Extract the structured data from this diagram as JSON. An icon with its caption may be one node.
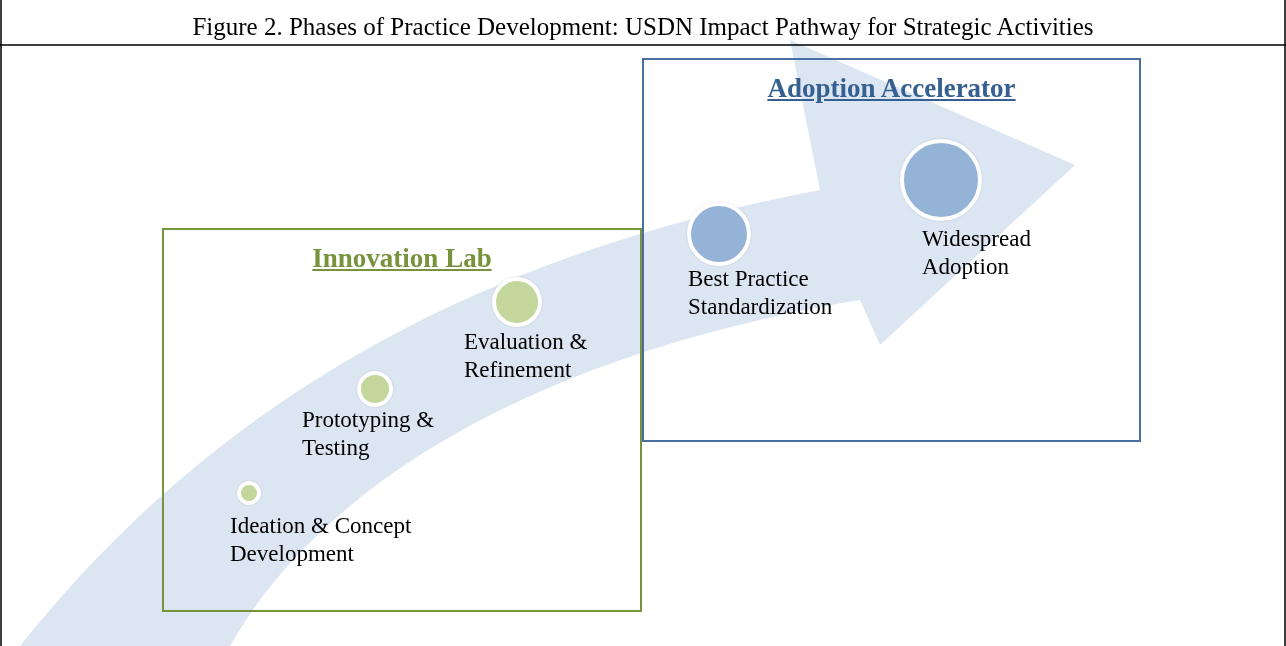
{
  "diagram": {
    "title": "Figure 2. Phases of Practice Development: USDN Impact Pathway for Strategic Activities",
    "nodes": [
      {
        "text": [
          "Innovation Lab"
        ]
      },
      {
        "text": [],
        "shape": "circle",
        "in": 0,
        "beside": [
          "Ideation & Concept Development"
        ]
      },
      {
        "text": [],
        "shape": "circle",
        "in": 0,
        "beside": [
          "Prototyping & Testing"
        ]
      },
      {
        "text": [],
        "shape": "circle",
        "in": 0,
        "beside": [
          "Evaluation & Refinement"
        ]
      },
      {
        "text": [
          "Adoption Accelerator"
        ]
      },
      {
        "text": [],
        "shape": "circle",
        "in": 4,
        "beside": [
          "Best Practice Standardization"
        ]
      },
      {
        "text": [],
        "shape": "circle",
        "in": 4,
        "beside": [
          "Widespread Adoption"
        ]
      }
    ],
    "edges": []
  }
}
